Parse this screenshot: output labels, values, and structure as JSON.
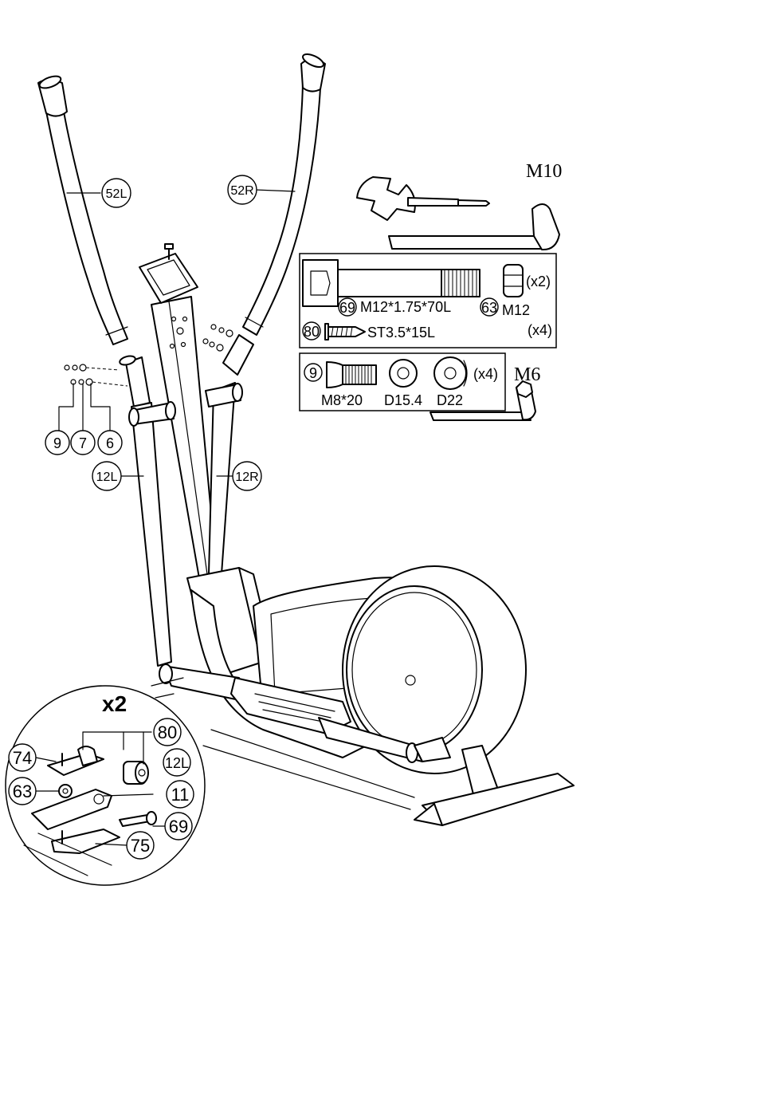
{
  "labels": {
    "handlebar_left": "52L",
    "handlebar_right": "52R",
    "arm_left": "12L",
    "arm_right": "12R",
    "part_9": "9",
    "part_7": "7",
    "part_6": "6",
    "inset_multiplier": "x2",
    "inset_80": "80",
    "inset_74": "74",
    "inset_12L": "12L",
    "inset_63": "63",
    "inset_11": "11",
    "inset_69": "69",
    "inset_75": "75"
  },
  "tools": {
    "allen_large": "M10",
    "allen_small": "M6"
  },
  "hardware_box_1": {
    "bolt_id": "69",
    "bolt_spec": "M12*1.75*70L",
    "nut_id": "63",
    "nut_spec": "M12",
    "nut_qty": "(x2)",
    "screw_id": "80",
    "screw_spec": "ST3.5*15L",
    "screw_qty": "(x4)"
  },
  "hardware_box_2": {
    "bolt_id": "9",
    "bolt_spec": "M8*20",
    "washer_small_spec": "D15.4",
    "washer_large_spec": "D22",
    "qty": "(x4)"
  }
}
